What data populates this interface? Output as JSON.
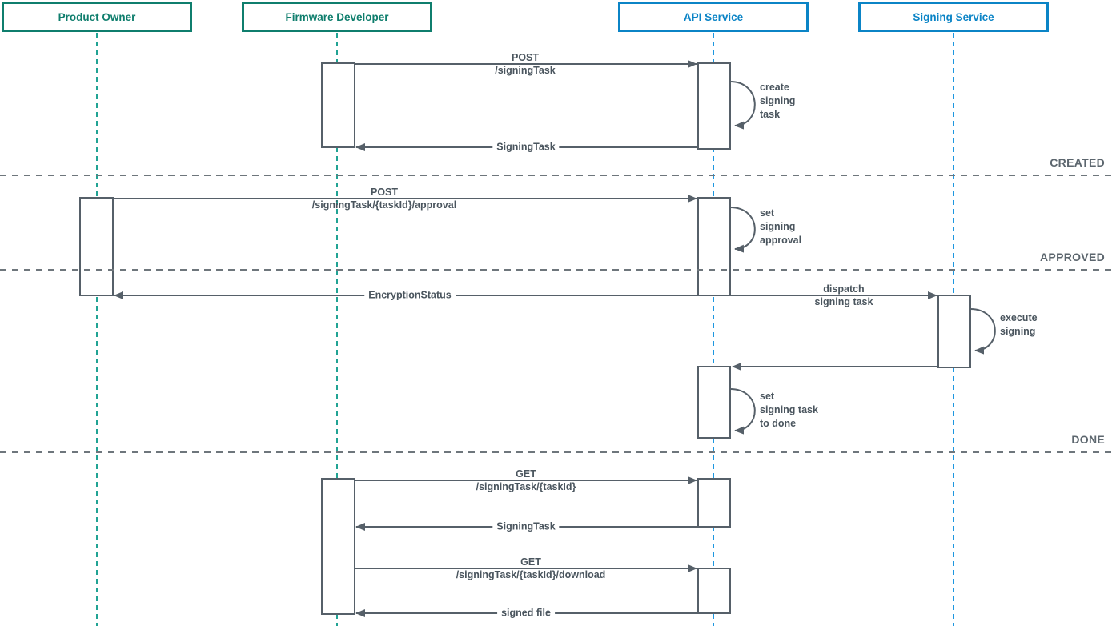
{
  "colors": {
    "teal_actor": "#0F7E6D",
    "blue_actor": "#0B84C6",
    "teal_lifeline": "#21A394",
    "blue_lifeline": "#1D97E0",
    "line_stroke": "#566069",
    "message_text": "#4A555E",
    "phase_text": "#5C666E",
    "phase_dash": "#6E767C",
    "background": "#FFFFFF"
  },
  "actors": [
    {
      "id": "product-owner",
      "label": "Product Owner",
      "theme": "teal"
    },
    {
      "id": "firmware-developer",
      "label": "Firmware Developer",
      "theme": "teal"
    },
    {
      "id": "api-service",
      "label": "API Service",
      "theme": "blue"
    },
    {
      "id": "signing-service",
      "label": "Signing Service",
      "theme": "blue"
    }
  ],
  "phases": [
    {
      "label": "CREATED"
    },
    {
      "label": "APPROVED"
    },
    {
      "label": "DONE"
    }
  ],
  "messages": {
    "post_signing_task": {
      "method": "POST",
      "path": "/signingTask"
    },
    "signing_task_return_1": {
      "label": "SigningTask"
    },
    "post_approval": {
      "method": "POST",
      "path": "/signingTask/{taskId}/approval"
    },
    "encryption_status": {
      "label": "EncryptionStatus"
    },
    "dispatch": {
      "line1": "dispatch",
      "line2": "signing task"
    },
    "get_signing_task": {
      "method": "GET",
      "path": "/signingTask/{taskId}"
    },
    "signing_task_return_2": {
      "label": "SigningTask"
    },
    "get_download": {
      "method": "GET",
      "path": "/signingTask/{taskId}/download"
    },
    "signed_file": {
      "label": "signed file"
    }
  },
  "self_loops": {
    "create_signing_task": {
      "lines": [
        "create",
        "signing",
        "task"
      ]
    },
    "set_signing_approval": {
      "lines": [
        "set",
        "signing",
        "approval"
      ]
    },
    "execute_signing": {
      "lines": [
        "execute",
        "signing"
      ]
    },
    "set_task_done": {
      "lines": [
        "set",
        "signing task",
        "to done"
      ]
    }
  }
}
